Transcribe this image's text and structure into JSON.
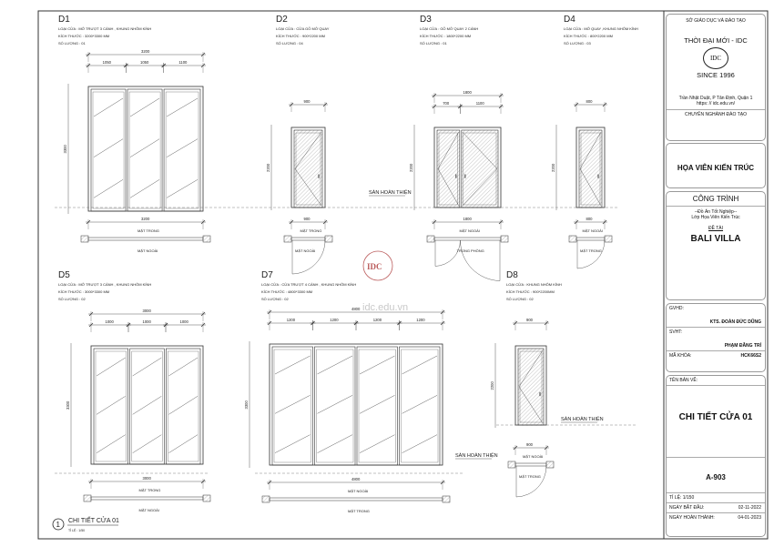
{
  "doors": [
    {
      "id": "D1",
      "type": "LOẠI CỬA : MỞ TRƯỢT 3 CÁNH , KHUNG NHÔM KÍNH",
      "size": "KÍCH THƯỚC : 3200*3300 MM",
      "qty": "SỐ LƯỢNG : 01",
      "width_total": "3200",
      "panel_widths": [
        "1050",
        "1050",
        "1100"
      ],
      "height": "3300",
      "plan_width": "3200",
      "plan_top": "MẶT TRONG",
      "plan_bottom": "MẶT NGOÀI"
    },
    {
      "id": "D2",
      "type": "LOẠI CỬA : CỬA GỖ MỞ QUAY",
      "size": "KÍCH THƯỚC : 900*2200 MM",
      "qty": "SỐ LƯỢNG : 04",
      "width_total": "900",
      "panel_widths": [],
      "height": "2200",
      "plan_width": "900",
      "plan_top": "MẶT TRONG",
      "plan_bottom": "MẶT NGOÀI"
    },
    {
      "id": "D3",
      "type": "LOẠI CỬA : GỖ MỞ QUAY 2 CÁNH",
      "size": "KÍCH THƯỚC : 1800*2200 MM",
      "qty": "SỐ LƯỢNG : 01",
      "width_total": "1800",
      "panel_widths": [
        "700",
        "1100"
      ],
      "height": "2200",
      "plan_width": "1800",
      "plan_top": "MẶT NGOÀI",
      "plan_bottom": "TRONG PHÒNG"
    },
    {
      "id": "D4",
      "type": "LOẠI CỬA : MỞ QUAY ,KHUNG NHÔM KÍNH",
      "size": "KÍCH THƯỚC : 800*2200 MM",
      "qty": "SỐ LƯỢNG : 03",
      "width_total": "800",
      "panel_widths": [],
      "height": "2200",
      "plan_width": "800",
      "plan_top": "MẶT NGOÀI",
      "plan_bottom": "MẶT TRONG"
    },
    {
      "id": "D5",
      "type": "LOẠI CỬA : MỞ TRƯỢT 3 CÁNH , KHUNG NHÔM KÍNH",
      "size": "KÍCH THƯỚC : 3000*3300 MM",
      "qty": "SỐ LƯỢNG : 02",
      "width_total": "3000",
      "panel_widths": [
        "1000",
        "1000",
        "1000"
      ],
      "height": "3300",
      "plan_width": "3000",
      "plan_top": "MẶT TRONG",
      "plan_bottom": "MẶT NGOÀI"
    },
    {
      "id": "D7",
      "type": "LOẠI CỬA : CỬA TRƯỢT 4 CÁNH , KHUNG NHÔM KÍNH",
      "size": "KÍCH THƯỚC : 4800*3300 MM",
      "qty": "SỐ LƯỢNG : 02",
      "width_total": "4800",
      "panel_widths": [
        "1200",
        "1200",
        "1200",
        "1200"
      ],
      "height": "3300",
      "plan_width": "4800",
      "plan_top": "MẶT NGOÀI",
      "plan_bottom": "MẶT TRONG"
    },
    {
      "id": "D8",
      "type": "LOẠI CỬA : KHUNG NHÔM KÍNH",
      "size": "KÍCH THƯỚC : 900*2200MM",
      "qty": "SỐ LƯỢNG : 02",
      "width_total": "900",
      "panel_widths": [],
      "height": "2200",
      "plan_width": "900",
      "plan_top": "MẶT NGOÀI",
      "plan_bottom": "MẶT TRONG"
    }
  ],
  "floor_label": "SÀN HOÀN THIỆN",
  "watermark": {
    "logo": "IDC",
    "url": "idc.edu.vn"
  },
  "sheet_title": {
    "number": "1",
    "title": "CHI TIẾT CỬA 01",
    "scale": "TỈ LỆ : 1/50"
  },
  "title_block": {
    "department": "SỞ GIÁO DỤC VÀ ĐÀO TẠO",
    "school": "THỜI ĐẠI MỚI - IDC",
    "logo": "IDC",
    "since": "SINCE 1996",
    "address": "Trần Nhật Duật, P Tân Định, Quận 1",
    "website": "https: // idc.edu.vn/",
    "major_label": "CHUYÊN NGHÀNH ĐÀO TẠO",
    "major": "HỌA VIÊN KIẾN TRÚC",
    "project_label": "CÔNG TRÌNH",
    "project_sub1": "--Đồ Án Tốt Nghiệp--",
    "project_sub2": "Lớp Họa Viên Kiến Trúc",
    "topic_label": "ĐỀ TÀI",
    "topic": "BALI VILLA",
    "gvhd_label": "GVHD:",
    "gvhd": "KTS. ĐOÀN ĐỨC DŨNG",
    "svht_label": "SVHT:",
    "svht": "PHẠM ĐĂNG TRÍ",
    "course_label": "MÃ KHÓA:",
    "course": "HCK66S2",
    "drawing_label": "TÊN BẢN VẼ:",
    "drawing_name": "CHI TIẾT CỬA 01",
    "sheet_no": "A-903",
    "scale": "TỈ LỆ: 1/150",
    "start_label": "NGÀY BẮT ĐẦU:",
    "start": "02-11-2022",
    "end_label": "NGÀY HOÀN THÀNH:",
    "end": "04-01-2023"
  }
}
